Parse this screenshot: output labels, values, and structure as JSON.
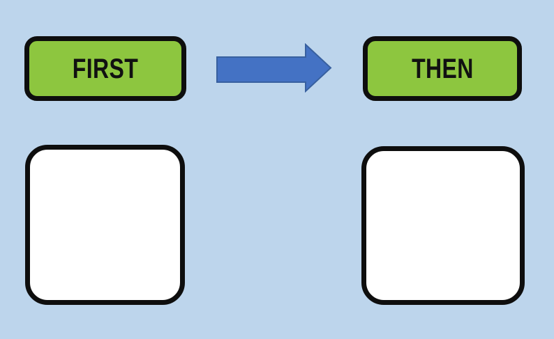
{
  "board": {
    "first": {
      "label": "FIRST"
    },
    "then": {
      "label": "THEN"
    }
  },
  "icons": {
    "arrow": "right-block-arrow"
  },
  "colors": {
    "background": "#BDD5EC",
    "label_fill": "#8DC63F",
    "outline": "#0E0E0E",
    "slot_fill": "#FFFFFF",
    "arrow_fill": "#4472C4",
    "arrow_stroke": "#38609F",
    "text_color": "#111111"
  }
}
